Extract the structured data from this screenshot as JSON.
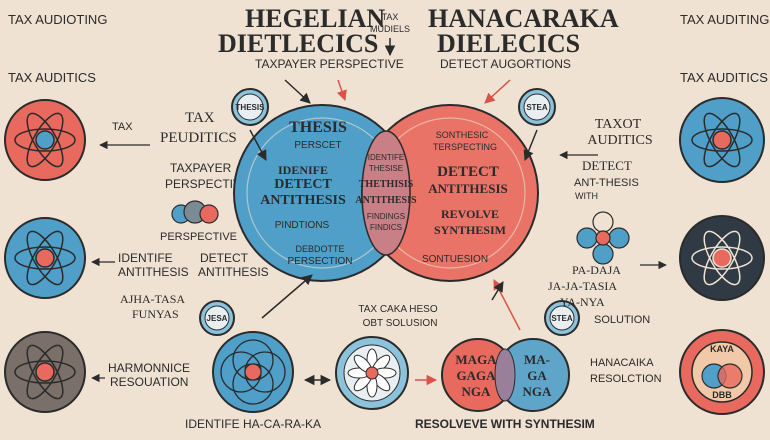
{
  "colors": {
    "background": "#efe2d2",
    "blue": "#4f9fc9",
    "red": "#e8695d",
    "light_blue": "#8cc3dc",
    "dark": "#2f3a44",
    "ink": "#2b2b2b"
  },
  "titles": {
    "left_line1": "HEGELIAN",
    "left_line2": "DIETLECICS",
    "right_line1": "HANACARAKA",
    "right_line2": "DIELECICS"
  },
  "subtitles": {
    "left": "TAXPAYER PERSPECTIVE",
    "right": "DETECT AUGORTIONS",
    "tax_mudels_1": "TAX",
    "tax_mudels_2": "MUDIELS"
  },
  "corner_labels": {
    "top_left": "TAX AUDIOTING",
    "top_right": "TAX AUDITING",
    "left_header": "TAX AUDITICS",
    "right_header": "TAX AUDITICS"
  },
  "left_panel": {
    "tax": "TAX",
    "tax_peuditics_1": "TAX",
    "tax_peuditics_2": "PEUDITICS",
    "taxpayer_1": "TAXPAYER",
    "taxpayer_2": "PERSPECTIVE",
    "perspective": "PERSPECTIVE",
    "identife": "IDENTIFE",
    "antithesis_1": "ANTITHESIS",
    "detect": "DETECT",
    "antithesis_2": "ANTITHESIS",
    "ajha_1": "AJHA-TASA",
    "ajha_2": "FUNYAS",
    "harmonnice_1": "HARMONNICE",
    "harmonnice_2": "RESOUATION"
  },
  "right_panel": {
    "taxot_1": "TAXOT",
    "taxot_2": "AUDITICS",
    "detect_1": "DETECT",
    "detect_2": "ANT-THESIS",
    "detect_3": "WITH",
    "padaja_1": "PA-DAJA",
    "padaja_2": "JA-JA-TASIA",
    "padaja_3": "YA-NYA",
    "solution": "SOLUTION",
    "hanacaika_1": "HANACAIKA",
    "hanacaika_2": "RESOLCTION",
    "kaya": "KAYA",
    "dbb": "DBB"
  },
  "badges": {
    "thesis": "THESIS",
    "stea": "STEA",
    "jesa": "JESA",
    "stea_2": "STEA"
  },
  "venn": {
    "left_title": "THESIS",
    "left_sub": "PERSCET",
    "left_detect_1": "IDENIFE",
    "left_detect_2": "DETECT",
    "left_detect_3": "ANTITHESIS",
    "left_pind": "PINDTIONS",
    "left_bottom_1": "DEBDOTTE",
    "left_bottom_2": "PERSECTION",
    "mid_1": "IDENTIFE",
    "mid_2": "THESISE",
    "mid_3": "THETHISIS",
    "mid_4": "ANTITHESIS",
    "mid_5": "FINDINGS",
    "mid_6": "FINDICS",
    "right_top_1": "SONTHESIC",
    "right_top_2": "TERSPECTING",
    "right_detect_1": "DETECT",
    "right_detect_2": "ANTITHESIS",
    "right_revolve_1": "REVOLVE",
    "right_revolve_2": "SYNTHESIM",
    "right_bottom": "SONTUESION"
  },
  "bottom": {
    "tax_hesq_1": "TAX CAKA HESO",
    "tax_hesq_2": "OBT SOLUSION",
    "identife": "IDENTIFE HA-CA-RA-KA",
    "resolve": "RESOLVEVE WITH SYNTHESIM",
    "venn_left": "MAGA\nGAGA\nNGA",
    "venn_right_1": "MA-",
    "venn_right_2": "GA",
    "venn_right_3": "NGA"
  }
}
